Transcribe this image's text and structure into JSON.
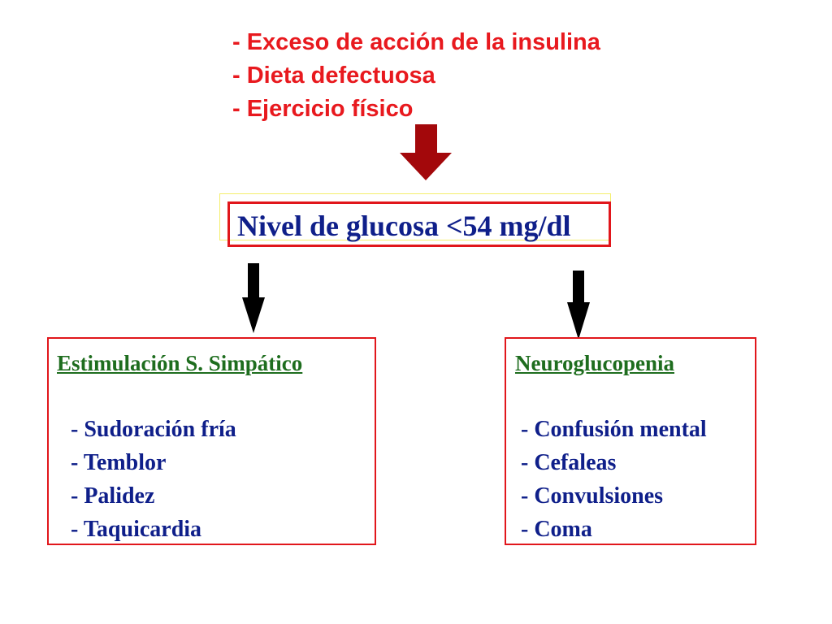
{
  "causes": [
    "- Exceso de acción de la insulina",
    "- Dieta defectuosa",
    "- Ejercicio físico"
  ],
  "center": {
    "label": "Nivel de glucosa <54 mg/dl"
  },
  "left_box": {
    "title": "Estimulación S. Simpático",
    "items": [
      "- Sudoración fría",
      "- Temblor",
      "- Palidez",
      "- Taquicardia"
    ]
  },
  "right_box": {
    "title": "Neuroglucopenia",
    "items": [
      "- Confusión mental",
      "- Cefaleas",
      "- Convulsiones",
      "- Coma"
    ]
  },
  "colors": {
    "cause_text": "#e8191e",
    "box_border": "#e1161b",
    "center_text": "#0f1f8a",
    "title_text": "#1e6d1e",
    "top_arrow": "#a3080b",
    "side_arrows": "#000000"
  }
}
